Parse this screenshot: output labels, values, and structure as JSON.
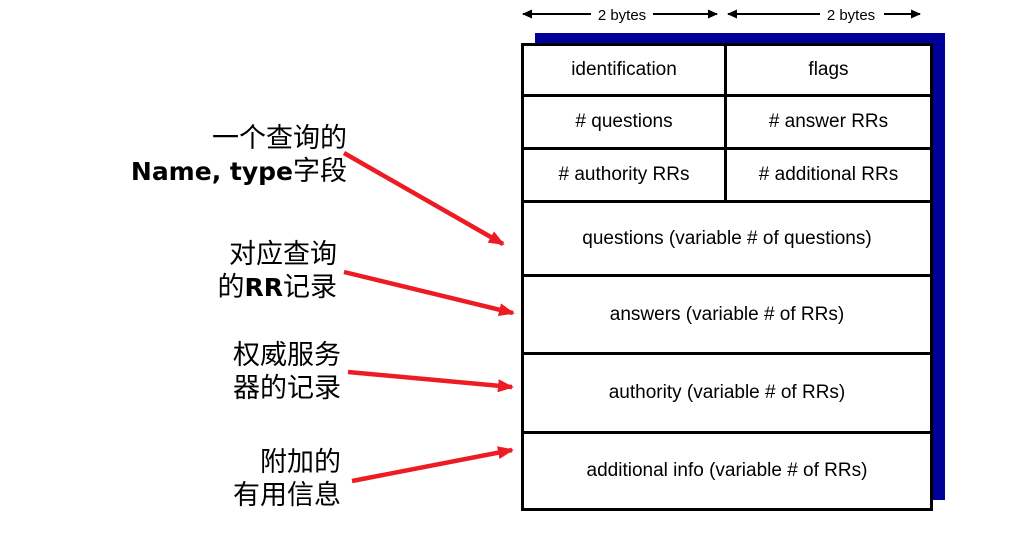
{
  "colors": {
    "shadow_blue": "#000099",
    "arrow_red": "#ED1C24",
    "table_border": "#000000",
    "background": "#FFFFFF"
  },
  "byte_scale": {
    "left_label": "2 bytes",
    "right_label": "2 bytes"
  },
  "message_table": {
    "paired_rows": [
      {
        "left": "identification",
        "right": "flags"
      },
      {
        "left": "# questions",
        "right": "# answer RRs"
      },
      {
        "left": "# authority RRs",
        "right": "# additional RRs"
      }
    ],
    "full_rows": [
      "questions (variable # of questions)",
      "answers (variable # of RRs)",
      "authority (variable # of RRs)",
      "additional info (variable # of RRs)"
    ]
  },
  "annotations": [
    {
      "line1": "一个查询的",
      "line2a": "Name, type",
      "line2b": "字段"
    },
    {
      "line1": "对应查询",
      "line2a": "的",
      "line2b": "RR",
      "line2c": "记录"
    },
    {
      "line1": "权威服务",
      "line2a": "器的记录"
    },
    {
      "line1": "附加的",
      "line2a": "有用信息"
    }
  ]
}
